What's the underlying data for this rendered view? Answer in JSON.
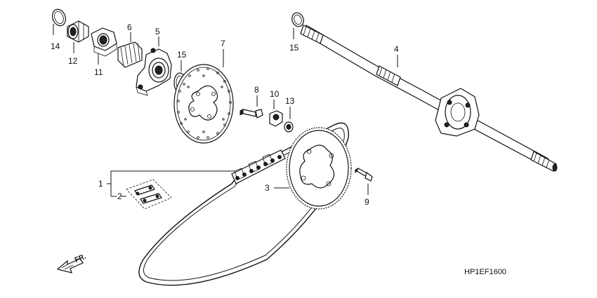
{
  "diagram": {
    "code": "HP1EF1600",
    "direction_label": "FR.",
    "callouts": [
      {
        "id": "c14",
        "label": "14"
      },
      {
        "id": "c12",
        "label": "12"
      },
      {
        "id": "c11",
        "label": "11"
      },
      {
        "id": "c6",
        "label": "6"
      },
      {
        "id": "c5",
        "label": "5"
      },
      {
        "id": "c15a",
        "label": "15"
      },
      {
        "id": "c7",
        "label": "7"
      },
      {
        "id": "c8",
        "label": "8"
      },
      {
        "id": "c10",
        "label": "10"
      },
      {
        "id": "c13",
        "label": "13"
      },
      {
        "id": "c15b",
        "label": "15"
      },
      {
        "id": "c4",
        "label": "4"
      },
      {
        "id": "c1",
        "label": "1"
      },
      {
        "id": "c2",
        "label": "2"
      },
      {
        "id": "c3",
        "label": "3"
      },
      {
        "id": "c9",
        "label": "9"
      }
    ]
  }
}
